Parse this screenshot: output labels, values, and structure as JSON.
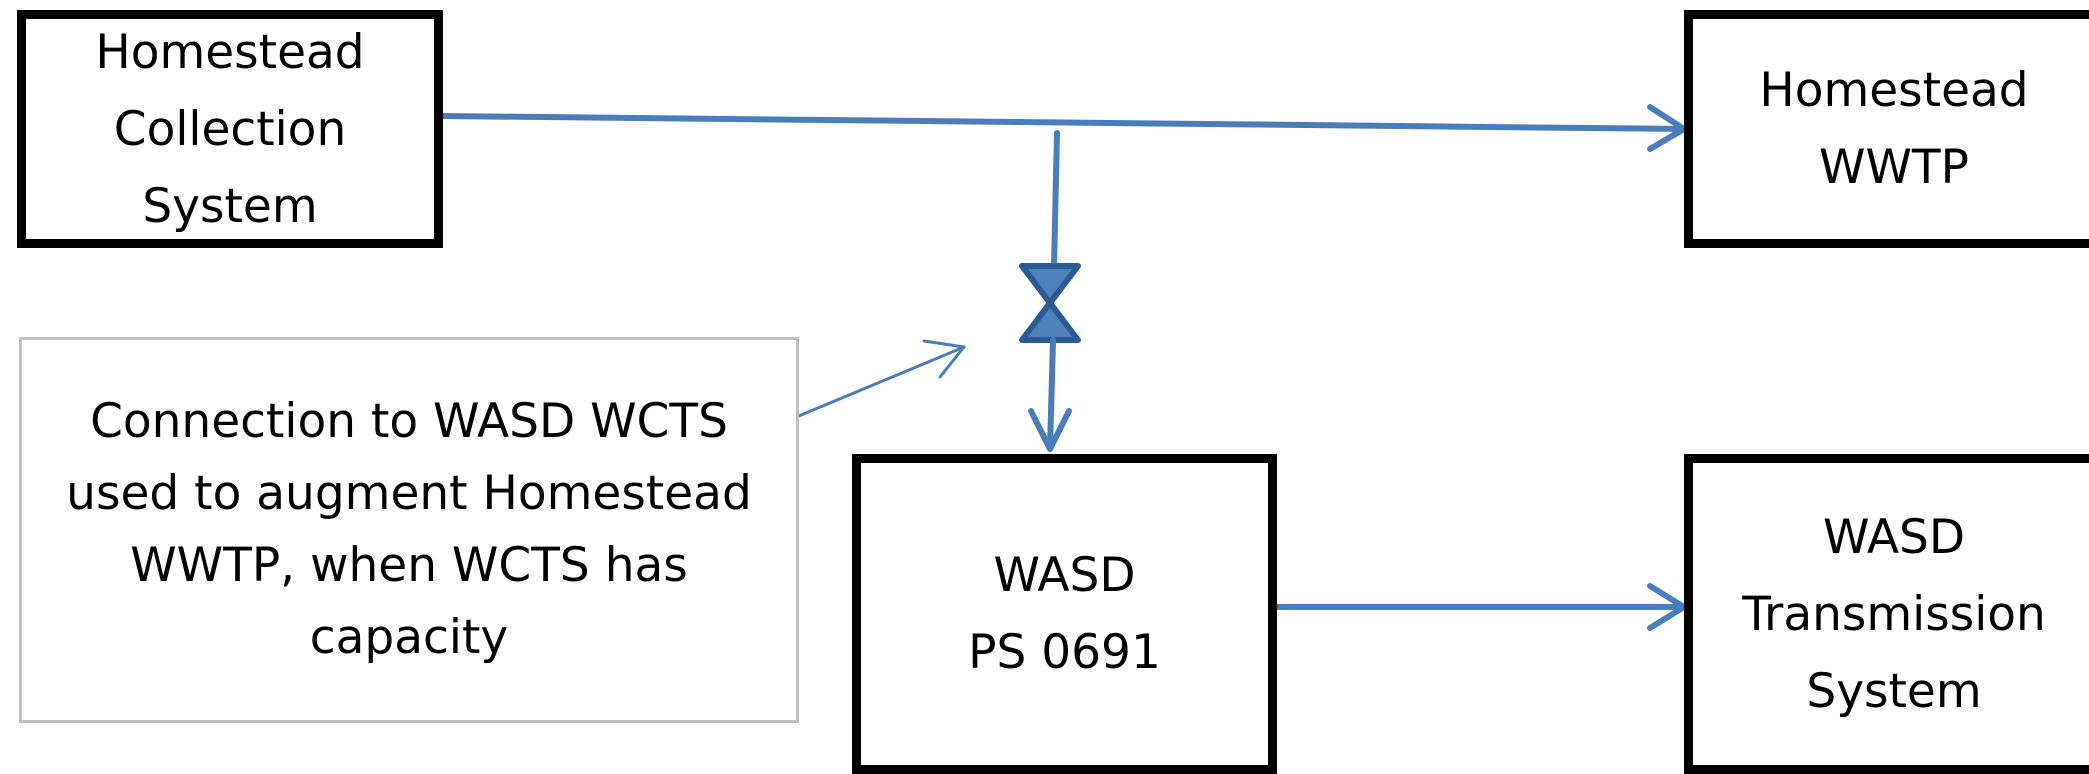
{
  "nodes": {
    "collection": "Homestead\nCollection\nSystem",
    "wwtp": "Homestead\nWWTP",
    "ps": "WASD\nPS 0691",
    "transmission": "WASD\nTransmission\nSystem"
  },
  "note": "Connection to WASD WCTS\nused to augment Homestead\nWWTP, when WCTS has\ncapacity",
  "colors": {
    "connector": "#4a7ebb",
    "valve_fill": "#4f81bd",
    "valve_stroke": "#2c5a93",
    "box_border": "#000000",
    "note_border": "#bfbfbf"
  },
  "icons": {
    "valve": "gate-valve-icon"
  }
}
